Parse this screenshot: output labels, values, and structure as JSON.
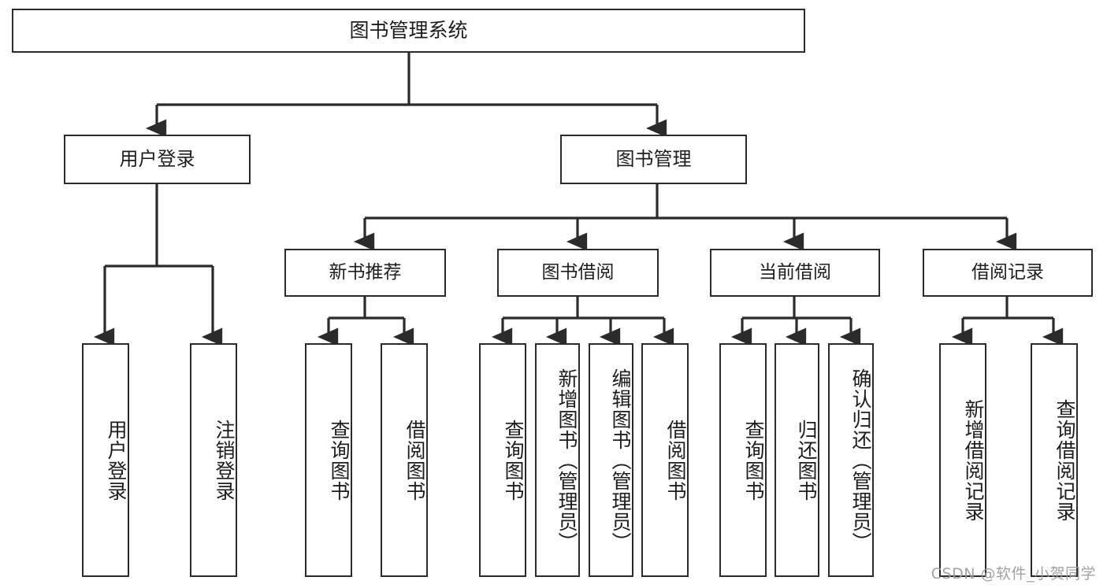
{
  "diagram": {
    "title": "图书管理系统",
    "type": "tree",
    "colors": {
      "box_border": "#2b2b2b",
      "box_fill": "#ffffff",
      "edge": "#2b2b2b",
      "text": "#1d1d1d",
      "watermark": "#9b9b9b",
      "background": "#ffffff"
    },
    "nodes": {
      "root": {
        "label": "图书管理系统"
      },
      "level2": [
        {
          "id": "user-login",
          "label": "用户登录"
        },
        {
          "id": "book-manage",
          "label": "图书管理"
        }
      ],
      "level3": [
        {
          "id": "new-book-recommend",
          "label": "新书推荐"
        },
        {
          "id": "book-borrow",
          "label": "图书借阅"
        },
        {
          "id": "current-borrow",
          "label": "当前借阅"
        },
        {
          "id": "borrow-record",
          "label": "借阅记录"
        }
      ],
      "leaves": [
        {
          "id": "leaf-user-login",
          "label": "用户登录",
          "parent": "user-login"
        },
        {
          "id": "leaf-logout",
          "label": "注销登录",
          "parent": "user-login"
        },
        {
          "id": "leaf-query-book-1",
          "label": "查询图书",
          "parent": "new-book-recommend"
        },
        {
          "id": "leaf-borrow-book-1",
          "label": "借阅图书",
          "parent": "new-book-recommend"
        },
        {
          "id": "leaf-query-book-2",
          "label": "查询图书",
          "parent": "book-borrow"
        },
        {
          "id": "leaf-add-book",
          "label": "新增图书（管理员）",
          "parent": "book-borrow"
        },
        {
          "id": "leaf-edit-book",
          "label": "编辑图书（管理员）",
          "parent": "book-borrow"
        },
        {
          "id": "leaf-borrow-book-2",
          "label": "借阅图书",
          "parent": "book-borrow"
        },
        {
          "id": "leaf-query-book-3",
          "label": "查询图书",
          "parent": "current-borrow"
        },
        {
          "id": "leaf-return-book",
          "label": "归还图书",
          "parent": "current-borrow"
        },
        {
          "id": "leaf-confirm-return",
          "label": "确认归还（管理员）",
          "parent": "current-borrow"
        },
        {
          "id": "leaf-add-record",
          "label": "新增借阅记录",
          "parent": "borrow-record"
        },
        {
          "id": "leaf-query-record",
          "label": "查询借阅记录",
          "parent": "borrow-record"
        }
      ]
    }
  },
  "watermark": {
    "text": "CSDN @软件_小贺同学"
  }
}
